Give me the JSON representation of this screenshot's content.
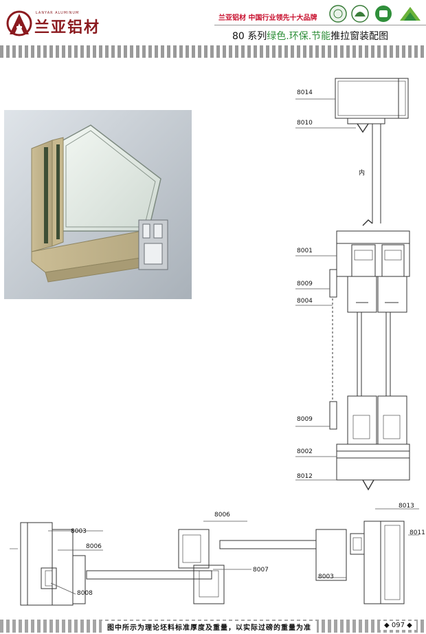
{
  "header": {
    "logo_text": "兰亚铝材",
    "logo_subtitle": "LANYAR ALUMINUM",
    "slogan": "兰亚铝材 中国行业领先十大品牌",
    "title_prefix": "80 系列",
    "title_green": "绿色.环保.节能",
    "title_suffix": "推拉窗装配图",
    "brand_color": "#8b1a1f",
    "accent_green": "#2f8f3a",
    "badge_icons": [
      "certification-badge-icon",
      "environment-badge-icon",
      "quality-badge-icon",
      "green-leaf-badge-icon"
    ]
  },
  "vertical_section": {
    "labels": [
      "8014",
      "8010",
      "8001",
      "8009",
      "8004",
      "8009",
      "8002",
      "8012"
    ],
    "interior_label": "内"
  },
  "horizontal_section": {
    "left_labels": [
      "8003",
      "8006",
      "8008"
    ],
    "middle_labels": [
      "8006",
      "8007"
    ],
    "right_labels": [
      "8013",
      "8011",
      "8003"
    ]
  },
  "footer": {
    "note": "图中所示为理论坯料标准厚度及重量，以实际过磅的重量为准",
    "page": "◆ 097 ◆"
  }
}
